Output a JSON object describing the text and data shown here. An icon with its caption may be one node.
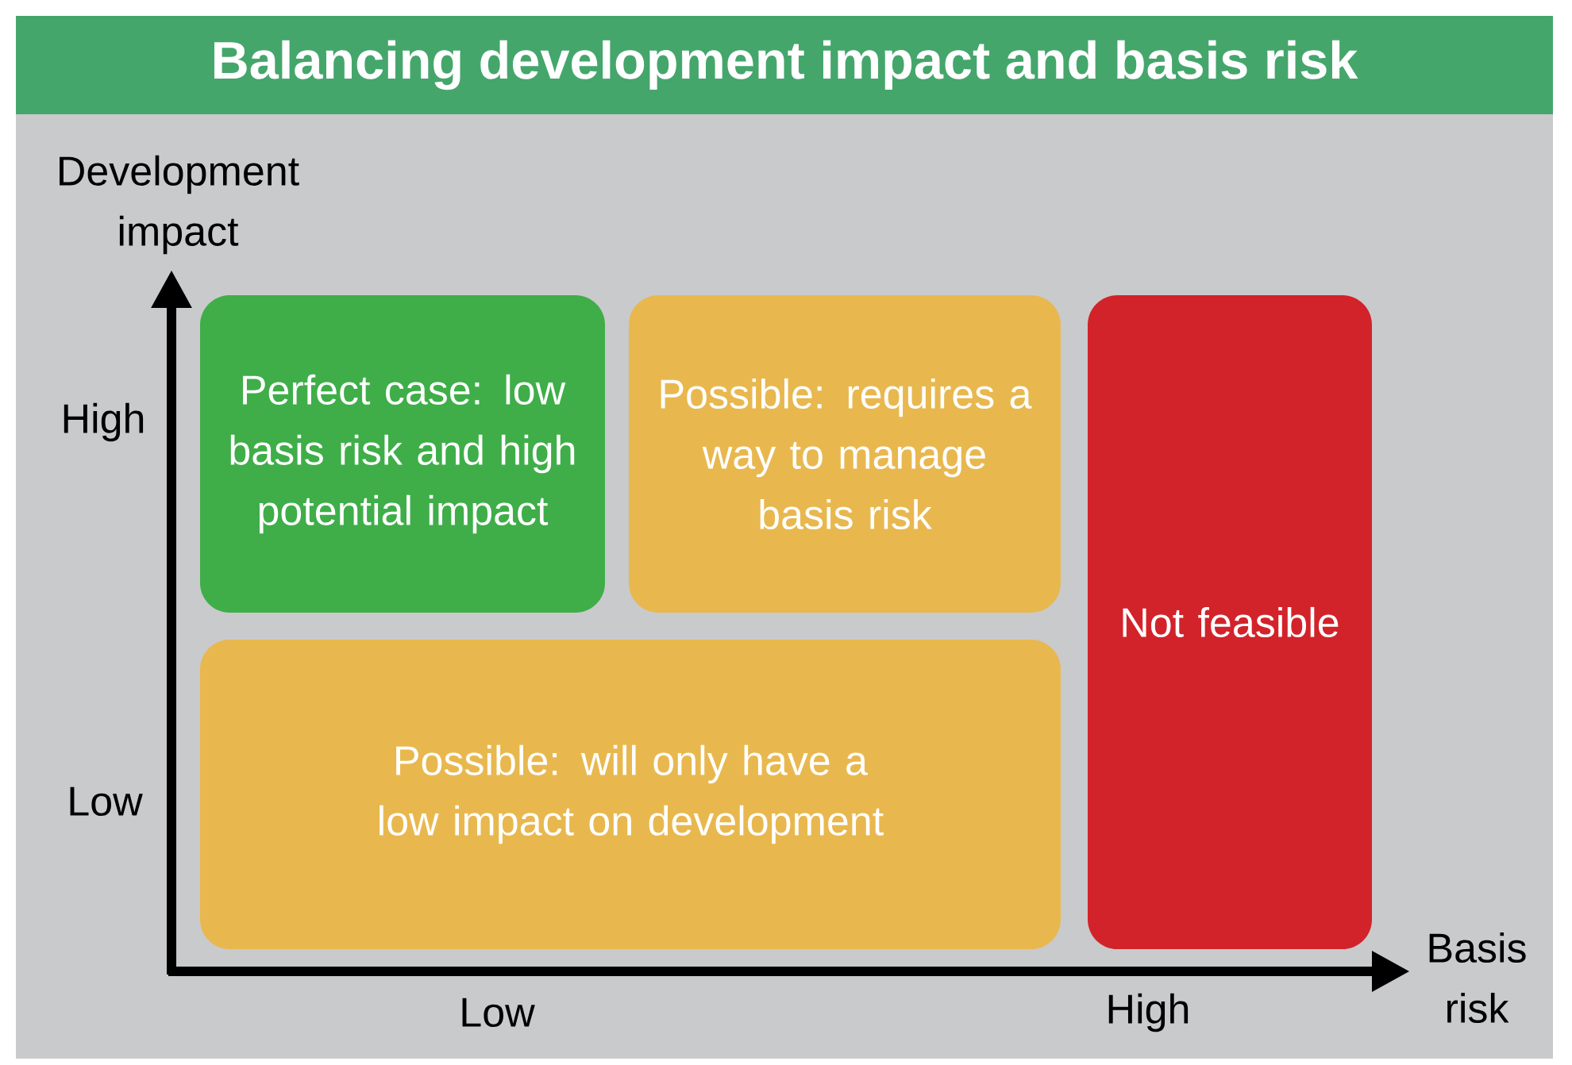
{
  "diagram": {
    "title": "Balancing development impact and basis risk",
    "nodes": [
      {
        "text": [
          "Perfect case: low basis risk and high potential impact"
        ]
      },
      {
        "text": [
          "Possible: requires a way to manage basis risk"
        ]
      },
      {
        "text": [
          "Not feasible"
        ]
      },
      {
        "text": [
          "Possible: will only have a low impact on development"
        ]
      }
    ],
    "labels": [
      "Development impact",
      "High",
      "Low",
      "Low",
      "High",
      "Basis risk"
    ]
  }
}
